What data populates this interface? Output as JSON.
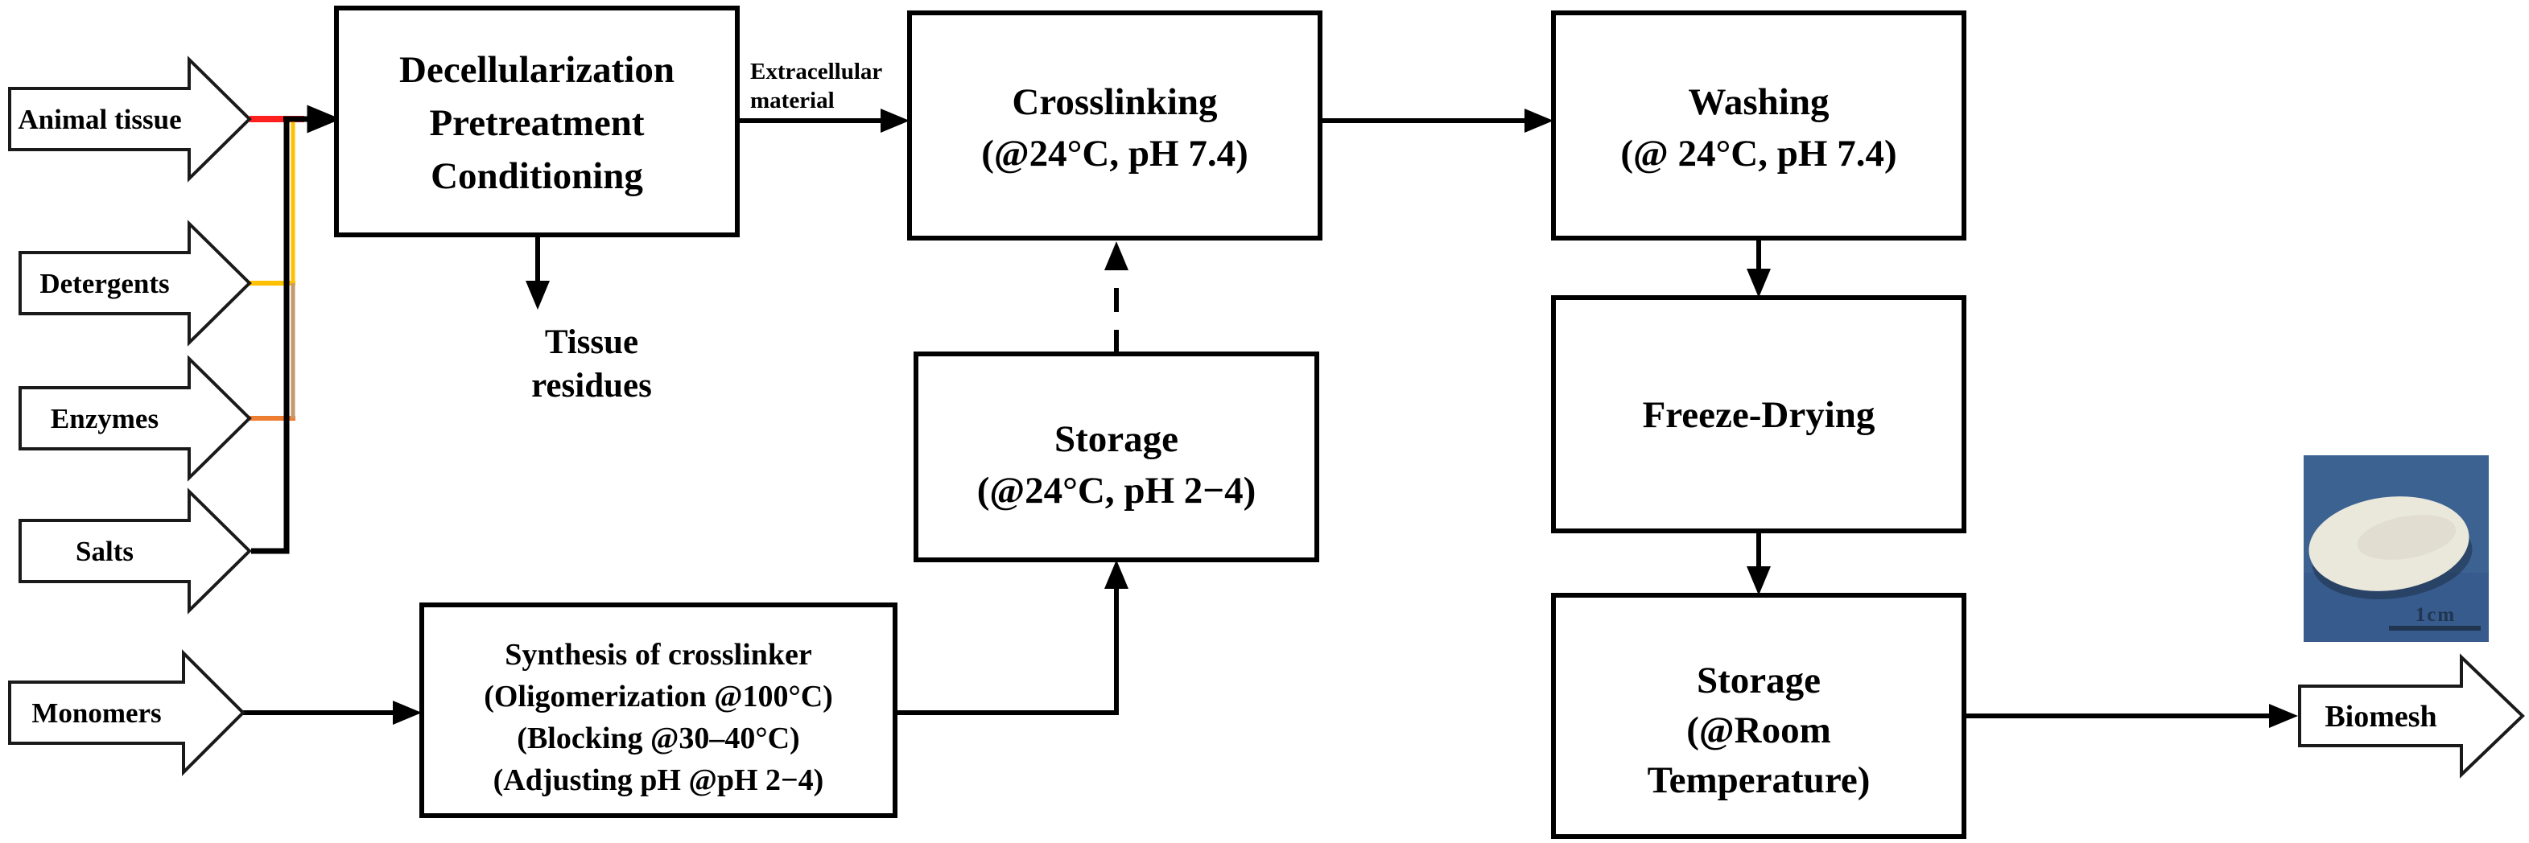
{
  "figure": {
    "inputs": {
      "animal_tissue": "Animal tissue",
      "detergents": "Detergents",
      "enzymes": "Enzymes",
      "salts": "Salts",
      "monomers": "Monomers"
    },
    "boxes": {
      "decellularization": {
        "line1": "Decellularization",
        "line2": "Pretreatment",
        "line3": "Conditioning"
      },
      "crosslinking": {
        "line1": "Crosslinking",
        "line2": "(@24°C, pH 7.4)"
      },
      "washing": {
        "line1": "Washing",
        "line2": "(@ 24°C, pH 7.4)"
      },
      "storage_acidic": {
        "line1": "Storage",
        "line2": "(@24°C, pH 2−4)"
      },
      "synthesis": {
        "line1": "Synthesis of crosslinker",
        "line2": "(Oligomerization @100°C)",
        "line3": "(Blocking @30–40°C)",
        "line4": "(Adjusting pH @pH 2−4)"
      },
      "freeze_drying": {
        "line1": "Freeze-Drying"
      },
      "storage_room": {
        "line1": "Storage",
        "line2": "(@Room",
        "line3": "Temperature)"
      }
    },
    "labels": {
      "extracellular": {
        "line1": "Extracellular",
        "line2": "material"
      },
      "tissue_residues": {
        "line1": "Tissue",
        "line2": "residues"
      },
      "biomesh": "Biomesh",
      "scale_bar": "1cm"
    },
    "edges": [
      {
        "from": "animal_tissue",
        "to": "decellularization",
        "style": "solid"
      },
      {
        "from": "detergents",
        "to": "decellularization",
        "style": "solid"
      },
      {
        "from": "enzymes",
        "to": "decellularization",
        "style": "solid"
      },
      {
        "from": "salts",
        "to": "decellularization",
        "style": "solid"
      },
      {
        "from": "decellularization",
        "to": "tissue_residues",
        "style": "solid"
      },
      {
        "from": "decellularization",
        "to": "crosslinking",
        "label": "Extracellular material",
        "style": "solid"
      },
      {
        "from": "crosslinking",
        "to": "washing",
        "style": "solid"
      },
      {
        "from": "storage_acidic",
        "to": "crosslinking",
        "style": "dashed"
      },
      {
        "from": "monomers",
        "to": "synthesis",
        "style": "solid"
      },
      {
        "from": "synthesis",
        "to": "storage_acidic",
        "style": "solid"
      },
      {
        "from": "washing",
        "to": "freeze_drying",
        "style": "solid"
      },
      {
        "from": "freeze_drying",
        "to": "storage_room",
        "style": "solid"
      },
      {
        "from": "storage_room",
        "to": "biomesh",
        "style": "solid"
      }
    ],
    "colors": {
      "animal_tissue_line": "#ff1f1f",
      "detergents_line": "#ffc000",
      "enzymes_line": "#ed7d31",
      "merge_line_tan": "#c49a6c",
      "salts_line": "#000000",
      "photo_background": "#3c6292",
      "photo_background_dark": "#2f5185",
      "mesh": "#eae7db",
      "mesh_shadow": "#1f3048",
      "scale_bar_color": "#203650"
    }
  }
}
